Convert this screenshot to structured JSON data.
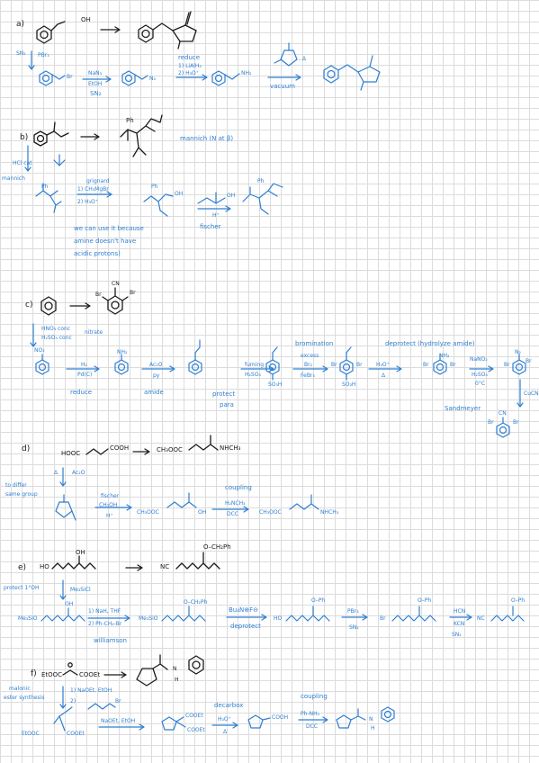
{
  "colors": {
    "ink": "#1b1b1b",
    "blue": "#2e7fd1",
    "grid": "#dcdcdc"
  },
  "a": {
    "label": "a)",
    "oh": "OH",
    "sn2_side": "SN₂",
    "pbr3": "PBr₃",
    "br": "Br",
    "nan3": "NaN₃",
    "etoh": "EtOH",
    "sn2": "SN₂",
    "n3": "N₃",
    "reduce": "reduce",
    "lialh4": "1) LiAlH₄",
    "h3o": "2) H₃O⁺",
    "nh2": "NH₂",
    "heat": ", Δ",
    "vacuum": "vacuum"
  },
  "b": {
    "label": "b)",
    "ph": "Ph",
    "mannich_note": "mannich (N at β)",
    "hcl": "HCl cat",
    "mannich": "mannich",
    "grignard": "grignard",
    "ch3mgbr": "1) CH₃MgBr",
    "h3o": "2) H₃O⁺",
    "oh": "OH",
    "h_plus": "H⁺",
    "fischer": "fischer",
    "note1": "we can use it because",
    "note_can": "can",
    "note2": "amine doesn't have",
    "note3": "acidic protons)"
  },
  "c": {
    "label": "c)",
    "cn": "CN",
    "br": "Br",
    "hno3": "HNO₃ conc",
    "h2so4": "H₂SO₄ conc",
    "nitrate": "nitrate",
    "no2": "NO₂",
    "h2": "H₂",
    "pdc": "Pd(C)",
    "reduce": "reduce",
    "nh2": "NH₂",
    "ac2o": "Ac₂O",
    "py": "py",
    "amide": "amide",
    "fuming": "fuming",
    "fuming_acid": "H₂SO₄",
    "protect": "protect",
    "para": "para",
    "so3h": "SO₃H",
    "bromination": "bromination",
    "excess": "excess",
    "br2": "Br₂",
    "febr3": "FeBr₃",
    "deprotect": "deprotect (hydrolyze amide)",
    "h3o": "H₃O⁺",
    "delta": "Δ",
    "nano2": "NaNO₂",
    "h2so4_b": "H₂SO₄",
    "temp": "0°C",
    "cucn": "CuCN",
    "sandmeyer": "Sandmeyer",
    "n2": "N₂"
  },
  "d": {
    "label": "d)",
    "hooc": "HOOC",
    "cooh": "COOH",
    "product": "CH₃OOC",
    "nhch3": "NHCH₃",
    "side1": "to differ",
    "side2": "same group",
    "heat": "Δ",
    "ac2o": "Ac₂O",
    "fischer": "fischer",
    "ch3oh": "CH₃OH",
    "h_plus": "H⁺",
    "ester": "CH₃OOC",
    "oh": "OH",
    "coupling": "coupling",
    "h2nch3": "H₂NCH₃",
    "dcc": "DCC",
    "ester2": "CH₃OOC",
    "nhch3_b": "NHCH₃"
  },
  "e": {
    "label": "e)",
    "ho": "HO",
    "oh": "OH",
    "nc": "NC",
    "och2ph": "O–CH₂Ph",
    "protect": "protect 1°OH",
    "me3sicl": "Me₃SiCl",
    "me3sio": "Me₃SiO",
    "oh_b": "OH",
    "nah": "1) NaH, THF",
    "phch2br": "2) Ph-CH₂-Br",
    "williamson": "williamson",
    "och2ph_b": "O–CH₂Ph",
    "bu4nf": "Bu₄N⊕F⊖",
    "deprotect": "deprotect",
    "ho_b": "HO",
    "oph": "O–Ph",
    "pbr3": "PBr₃",
    "sn2": "SN₂",
    "br": "Br",
    "hcn": "HCN",
    "kcn": "KCN",
    "sn2_b": "SN₂",
    "nc_b": "NC"
  },
  "f": {
    "label": "f)",
    "etooc": "EtOOC",
    "cooet": "COOEt",
    "n": "N",
    "h": "H",
    "malonic1": "malonic",
    "malonic2": "ester synthesis",
    "naoet": "1) NaOEt, EtOH",
    "br2": "2)",
    "br_tail": "Br",
    "etooc_b": "EtOOC",
    "cooet_b": "COOEt",
    "naoet2": "NaOEt, EtOH",
    "cooet2": "COOEt",
    "cooet3": "COOEt",
    "decarbox": "decarbox",
    "h3o": "H₃O⁺",
    "delta": "Δ",
    "cooh": "COOH",
    "coupling": "coupling",
    "phnh2": "Ph-NH₂",
    "dcc": "DCC",
    "n_b": "N",
    "h_b": "H"
  }
}
